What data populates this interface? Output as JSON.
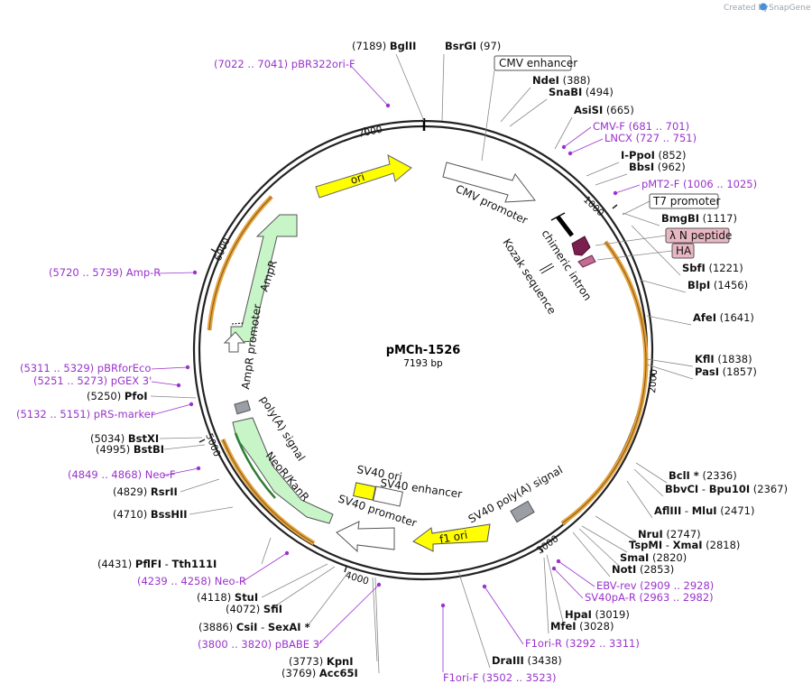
{
  "credit": {
    "text": "Created by",
    "brand": "SnapGene"
  },
  "plasmid": {
    "name": "pMCh-1526",
    "length": "7193 bp"
  },
  "ticks": [
    "1000",
    "2000",
    "3000",
    "4000",
    "5000",
    "6000",
    "7000"
  ],
  "features": [
    {
      "label": "CMV promoter"
    },
    {
      "label": "chimeric intron"
    },
    {
      "label": "Kozak sequence"
    },
    {
      "label": "f1 ori"
    },
    {
      "label": "SV40 poly(A) signal"
    },
    {
      "label": "SV40 promoter"
    },
    {
      "label": "SV40 ori"
    },
    {
      "label": "SV40 enhancer"
    },
    {
      "label": "NeoR/KanR"
    },
    {
      "label": "poly(A) signal"
    },
    {
      "label": "AmpR promoter"
    },
    {
      "label": "AmpR"
    },
    {
      "label": "ori"
    }
  ],
  "boxed": [
    {
      "label": "CMV enhancer"
    },
    {
      "label": "T7 promoter"
    },
    {
      "label": "λ N peptide"
    },
    {
      "label": "HA"
    }
  ],
  "enzymes": [
    {
      "pos": "(7189)",
      "name": "BglII"
    },
    {
      "pos": "(97)",
      "name": "BsrGI"
    },
    {
      "pos": "(388)",
      "name": "NdeI"
    },
    {
      "pos": "(494)",
      "name": "SnaBI"
    },
    {
      "pos": "(665)",
      "name": "AsiSI"
    },
    {
      "pos": "(852)",
      "name": "I-PpoI"
    },
    {
      "pos": "(962)",
      "name": "BbsI"
    },
    {
      "pos": "(1117)",
      "name": "BmgBI"
    },
    {
      "pos": "(1221)",
      "name": "SbfI"
    },
    {
      "pos": "(1456)",
      "name": "BlpI"
    },
    {
      "pos": "(1641)",
      "name": "AfeI"
    },
    {
      "pos": "(1838)",
      "name": "KflI"
    },
    {
      "pos": "(1857)",
      "name": "PasI"
    },
    {
      "pos": "(2336)",
      "name": "BclI *"
    },
    {
      "pos": "(2367)",
      "name": "BbvCI",
      "name2": "Bpu10I"
    },
    {
      "pos": "(2471)",
      "name": "AflIII",
      "name2": "MluI"
    },
    {
      "pos": "(2747)",
      "name": "NruI"
    },
    {
      "pos": "(2818)",
      "name": "TspMI",
      "name2": "XmaI"
    },
    {
      "pos": "(2820)",
      "name": "SmaI"
    },
    {
      "pos": "(2853)",
      "name": "NotI"
    },
    {
      "pos": "(3019)",
      "name": "HpaI"
    },
    {
      "pos": "(3028)",
      "name": "MfeI"
    },
    {
      "pos": "(3438)",
      "name": "DraIII"
    },
    {
      "pos": "(3769)",
      "name": "Acc65I"
    },
    {
      "pos": "(3773)",
      "name": "KpnI"
    },
    {
      "pos": "(3886)",
      "name": "CsiI",
      "name2": "SexAI *"
    },
    {
      "pos": "(4072)",
      "name": "SfiI"
    },
    {
      "pos": "(4118)",
      "name": "StuI"
    },
    {
      "pos": "(4431)",
      "name": "PflFI",
      "name2": "Tth111I"
    },
    {
      "pos": "(4710)",
      "name": "BssHII"
    },
    {
      "pos": "(4829)",
      "name": "RsrII"
    },
    {
      "pos": "(4995)",
      "name": "BstBI"
    },
    {
      "pos": "(5034)",
      "name": "BstXI"
    },
    {
      "pos": "(5250)",
      "name": "PfoI"
    }
  ],
  "primers": [
    {
      "pos": "(7022 .. 7041)",
      "name": "pBR322ori-F"
    },
    {
      "pos": "(681 .. 701)",
      "name": "CMV-F"
    },
    {
      "pos": "(727 .. 751)",
      "name": "LNCX"
    },
    {
      "pos": "(1006 .. 1025)",
      "name": "pMT2-F"
    },
    {
      "pos": "(2909 .. 2928)",
      "name": "EBV-rev"
    },
    {
      "pos": "(2963 .. 2982)",
      "name": "SV40pA-R"
    },
    {
      "pos": "(3292 .. 3311)",
      "name": "F1ori-R"
    },
    {
      "pos": "(3502 .. 3523)",
      "name": "F1ori-F"
    },
    {
      "pos": "(3800 .. 3820)",
      "name": "pBABE 3'"
    },
    {
      "pos": "(4239 .. 4258)",
      "name": "Neo-R"
    },
    {
      "pos": "(4849 .. 4868)",
      "name": "Neo-F"
    },
    {
      "pos": "(5132 .. 5151)",
      "name": "pRS-marker"
    },
    {
      "pos": "(5251 .. 5273)",
      "name": "pGEX 3'"
    },
    {
      "pos": "(5311 .. 5329)",
      "name": "pBRforEco"
    },
    {
      "pos": "(5720 .. 5739)",
      "name": "Amp-R"
    }
  ],
  "colors": {
    "primer": "#9933cc",
    "ori": "#ffff00",
    "orf": "#c8f5c8",
    "orf_dark": "#2e7d32",
    "promoter": "#ffffff",
    "orange_band": "#e8a33b",
    "polyA": "#9a9ea5",
    "kozak": "#7a1f4e",
    "lambda": "#e9b7c3"
  }
}
